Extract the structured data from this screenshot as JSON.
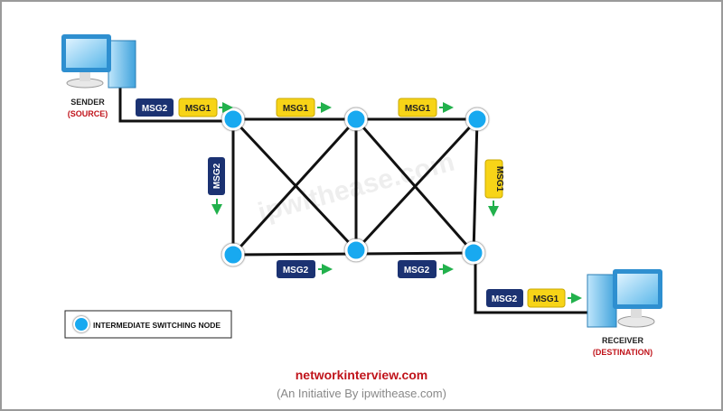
{
  "sender": {
    "title": "SENDER",
    "subtitle": "(SOURCE)"
  },
  "receiver": {
    "title": "RECEIVER",
    "subtitle": "(DESTINATION)"
  },
  "messages": {
    "msg1": "MSG1",
    "msg2": "MSG2"
  },
  "legend": {
    "label": "INTERMEDIATE SWITCHING NODE"
  },
  "footer": {
    "site": "networkinterview.com",
    "tagline": "(An Initiative By ipwithease.com)"
  },
  "watermark": "ipwithease.com",
  "colors": {
    "msg1": "#f7d417",
    "msg2": "#1b3272",
    "node": "#18a9f0",
    "arrow": "#22b14c",
    "red": "#c0141b"
  }
}
